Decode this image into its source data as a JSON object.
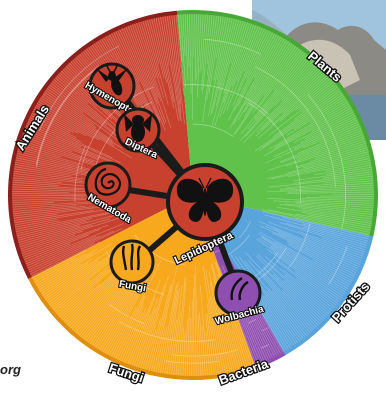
{
  "colors": {
    "animals": "#c8412f",
    "animals_outer": "#8b1f1c",
    "plants": "#60c24a",
    "plants_outer": "#47a836",
    "fungi": "#f7a81c",
    "fungi_outer": "#e08e10",
    "bacteria": "#8f4fb0",
    "protists": "#5aa4dc",
    "node_fill": "#c8412f",
    "node_stroke": "#1b1b1b",
    "icon": "#111111"
  },
  "kingdoms": [
    {
      "key": "animals",
      "label": "Animals"
    },
    {
      "key": "plants",
      "label": "Plants"
    },
    {
      "key": "protists",
      "label": "Protists"
    },
    {
      "key": "bacteria",
      "label": "Bacteria"
    },
    {
      "key": "fungi",
      "label": "Fungi"
    }
  ],
  "nodes": {
    "center": {
      "label": "Lepidoptera",
      "icon": "butterfly-icon"
    },
    "satellites": [
      {
        "label": "Hymenoptera",
        "icon": "wasp-icon"
      },
      {
        "label": "Diptera",
        "icon": "fly-icon"
      },
      {
        "label": "Nematoda",
        "icon": "nematode-icon"
      },
      {
        "label": "Fungi",
        "icon": "fungus-icon"
      },
      {
        "label": "Wolbachia",
        "icon": "bacterium-icon"
      }
    ]
  },
  "footer": {
    "url_fragment": "org"
  }
}
